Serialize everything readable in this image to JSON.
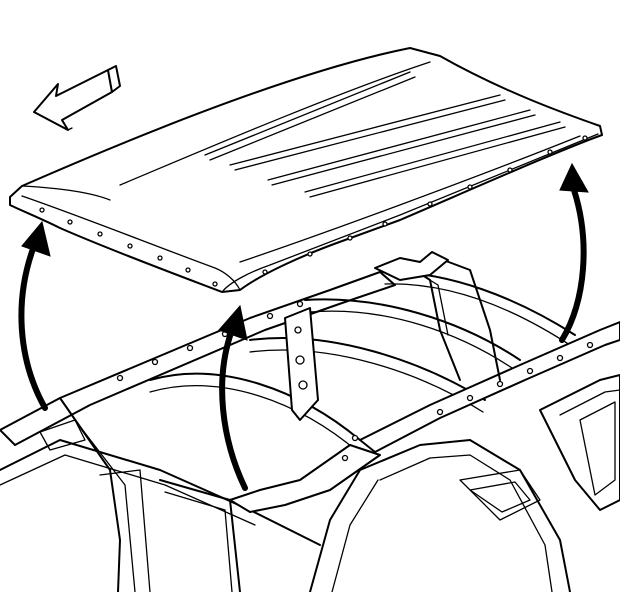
{
  "figure": {
    "type": "technical-illustration",
    "subject": "roof-panel-removal",
    "components": [
      "roof-panel",
      "body-frame",
      "lift-arrows",
      "front-direction-arrow"
    ],
    "colors": {
      "line": "#000000",
      "background": "#ffffff"
    }
  }
}
